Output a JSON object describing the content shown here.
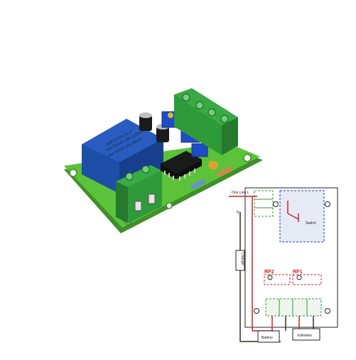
{
  "photo": {
    "relay_print": [
      "SRD-12VDC-SL-C",
      "10A 250VAC 10A 125VAC",
      "10A 30VDC 10A 28VDC"
    ]
  },
  "diagram": {
    "one_line_label": "One Line L",
    "n_label": "N",
    "switch_label": "Switch",
    "charger_label": "Charger",
    "rp2_label": "RP2",
    "rp1_label": "RP1",
    "battery_label": "Battery",
    "voltmeter_label": "Voltmeter"
  },
  "colors": {
    "pcb_green": "#5cc23a",
    "relay_blue": "#1d4fa8",
    "terminal_green": "#2f9a3a",
    "pot_blue": "#1e4cc8",
    "wire_red": "#cc2222",
    "wire_dark": "#3a2a1a",
    "dashed_blue": "#2a3aa8",
    "dashed_green": "#2f9a3a"
  }
}
